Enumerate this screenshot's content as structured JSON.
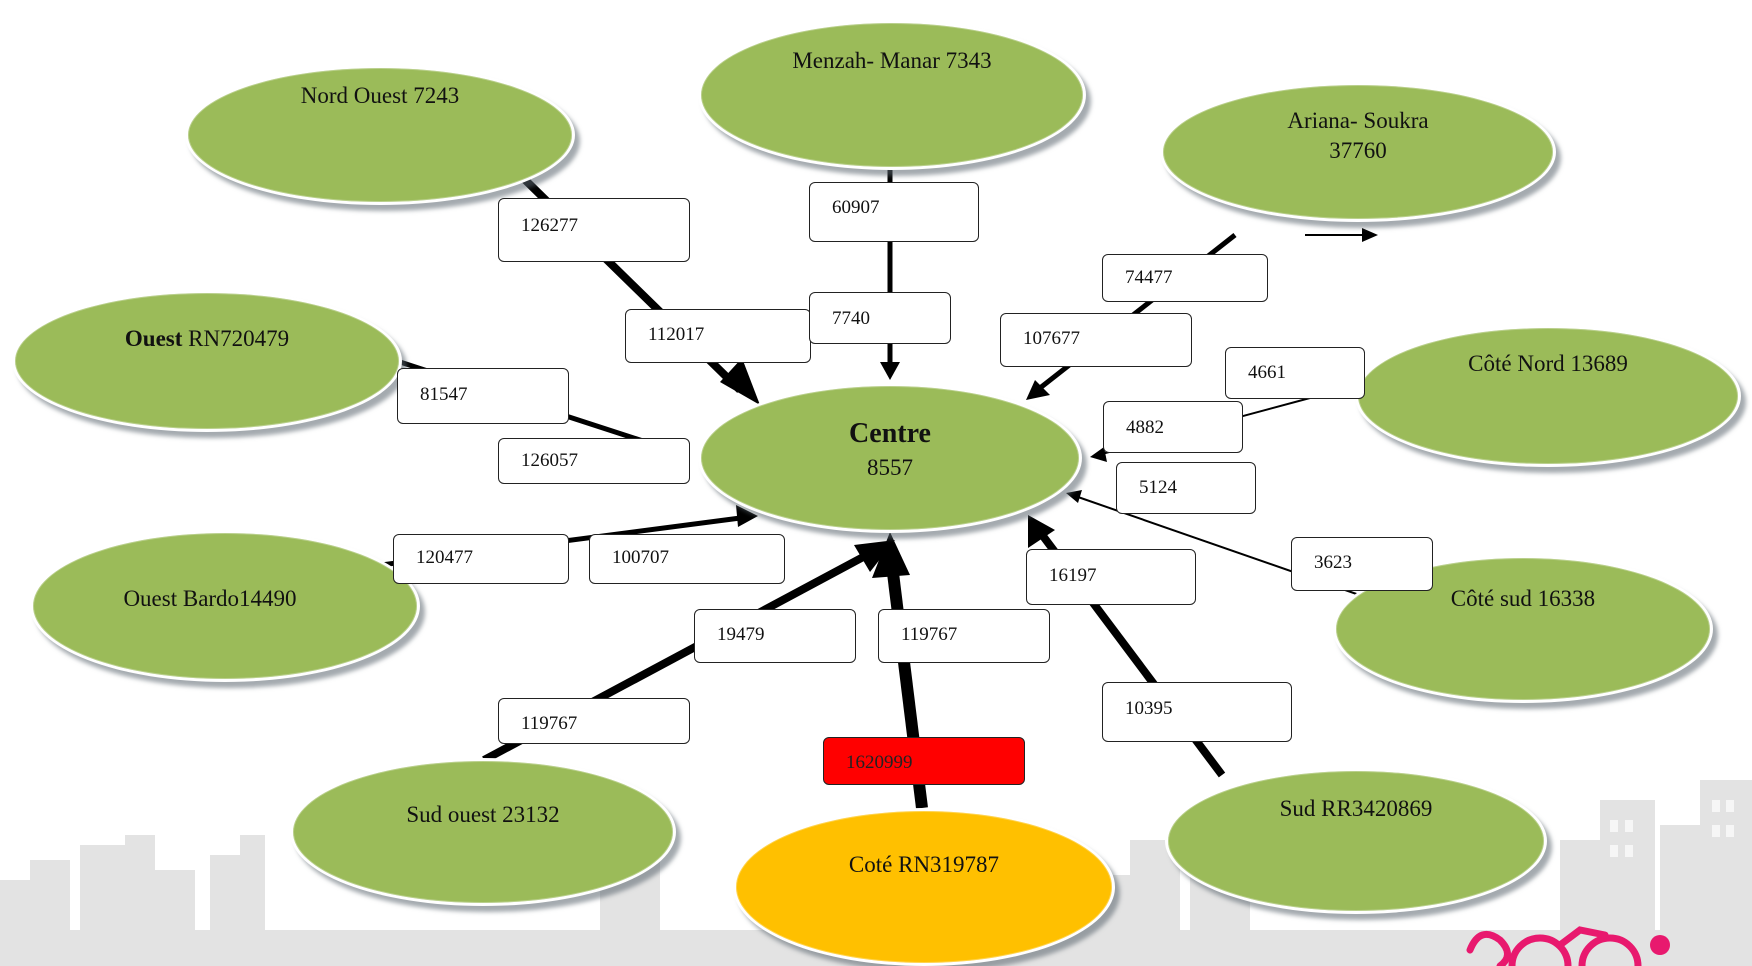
{
  "colors": {
    "node_green": "#9bbb59",
    "node_highlight": "#ffc000",
    "box_alert": "#ff0000",
    "skyline": "#e3e3e3"
  },
  "nodes": [
    {
      "id": "nord-ouest",
      "text": "Nord Ouest 7243"
    },
    {
      "id": "menzah",
      "text": "Menzah- Manar 7343"
    },
    {
      "id": "ariana",
      "line1": "Ariana- Soukra",
      "line2": "37760"
    },
    {
      "id": "ouest-rn7",
      "bold": "Ouest",
      "text": " RN720479"
    },
    {
      "id": "centre",
      "bold": "Centre",
      "line2": "8557"
    },
    {
      "id": "cote-nord",
      "text": "Côté Nord   13689"
    },
    {
      "id": "ouest-bardo",
      "text": "Ouest Bardo14490"
    },
    {
      "id": "cote-sud",
      "text": "Côté sud  16338"
    },
    {
      "id": "sud-ouest",
      "text": "Sud ouest 23132"
    },
    {
      "id": "sud-rr34",
      "text": "Sud RR3420869"
    },
    {
      "id": "cote-rn3",
      "text": "Coté RN319787"
    }
  ],
  "boxes": [
    {
      "id": "b1",
      "value": "126277"
    },
    {
      "id": "b2",
      "value": "60907"
    },
    {
      "id": "b3",
      "value": "74477"
    },
    {
      "id": "b4",
      "value": "112017"
    },
    {
      "id": "b5",
      "value": "7740"
    },
    {
      "id": "b6",
      "value": "107677"
    },
    {
      "id": "b7",
      "value": "4661"
    },
    {
      "id": "b8",
      "value": "81547"
    },
    {
      "id": "b9",
      "value": "4882"
    },
    {
      "id": "b10",
      "value": "126057"
    },
    {
      "id": "b11",
      "value": "5124"
    },
    {
      "id": "b12",
      "value": "120477"
    },
    {
      "id": "b13",
      "value": "100707"
    },
    {
      "id": "b14",
      "value": "16197"
    },
    {
      "id": "b15",
      "value": "3623"
    },
    {
      "id": "b16",
      "value": "19479"
    },
    {
      "id": "b17",
      "value": "119767"
    },
    {
      "id": "b18",
      "value": "10395"
    },
    {
      "id": "b19",
      "value": "119767"
    },
    {
      "id": "b20",
      "value": "1620999"
    }
  ]
}
